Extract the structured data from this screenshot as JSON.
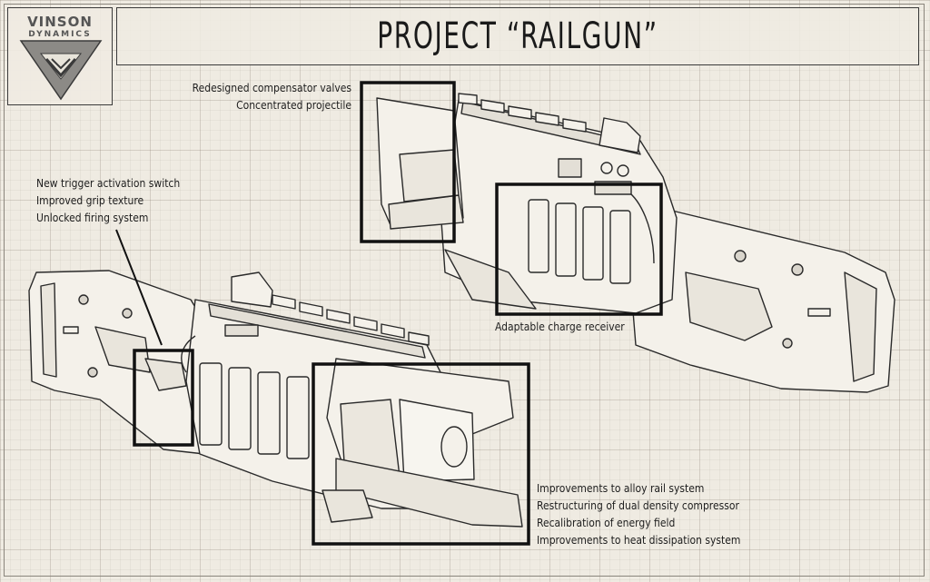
{
  "logo": {
    "line1": "VINSON",
    "line2": "DYNAMICS"
  },
  "title": "PROJECT “RAILGUN”",
  "callouts": {
    "compensator": {
      "lines": [
        "Redesigned compensator valves",
        "Concentrated projectile"
      ]
    },
    "trigger": {
      "lines": [
        "New trigger activation switch",
        "Improved grip texture",
        "Unlocked firing system"
      ]
    },
    "receiver": {
      "lines": [
        "Adaptable charge receiver"
      ]
    },
    "rail": {
      "lines": [
        "Improvements to alloy rail system",
        "Restructuring of dual density compressor",
        "Recalibration of energy field",
        "Improvements to heat dissipation system"
      ]
    }
  },
  "colors": {
    "paper": "#efebe2",
    "ink": "#1e1e1e",
    "grid": "#b8b1a3"
  }
}
